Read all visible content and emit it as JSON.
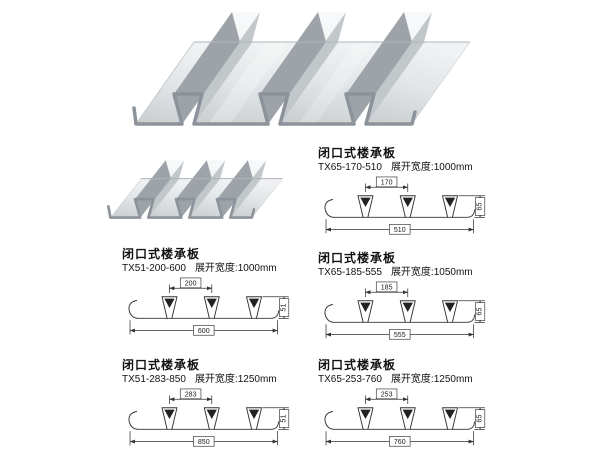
{
  "page": {
    "background": "#ffffff"
  },
  "colors": {
    "line": "#333333",
    "metal_light": "#f6f7f8",
    "metal_mid": "#d8dce0",
    "metal_dark": "#9da3a8",
    "background": "#ffffff"
  },
  "renders": {
    "large_panel": "galvanized-closed-steel-floor-deck-panel",
    "small_panel": "galvanized-closed-steel-floor-deck-panel-small"
  },
  "sections": [
    {
      "title": "闭口式楼承板",
      "model": "TX65-170-510",
      "spec": "展开宽度:1000mm",
      "dims": {
        "pitch": "170",
        "width": "510",
        "height": "65"
      }
    },
    {
      "title": "闭口式楼承板",
      "model": "TX51-200-600",
      "spec": "展开宽度:1000mm",
      "dims": {
        "pitch": "200",
        "width": "600",
        "height": "51"
      }
    },
    {
      "title": "闭口式楼承板",
      "model": "TX65-185-555",
      "spec": "展开宽度:1050mm",
      "dims": {
        "pitch": "185",
        "width": "555",
        "height": "65"
      }
    },
    {
      "title": "闭口式楼承板",
      "model": "TX51-283-850",
      "spec": "展开宽度:1250mm",
      "dims": {
        "pitch": "283",
        "width": "850",
        "height": "51"
      }
    },
    {
      "title": "闭口式楼承板",
      "model": "TX65-253-760",
      "spec": "展开宽度:1250mm",
      "dims": {
        "pitch": "253",
        "width": "760",
        "height": "65"
      }
    }
  ]
}
